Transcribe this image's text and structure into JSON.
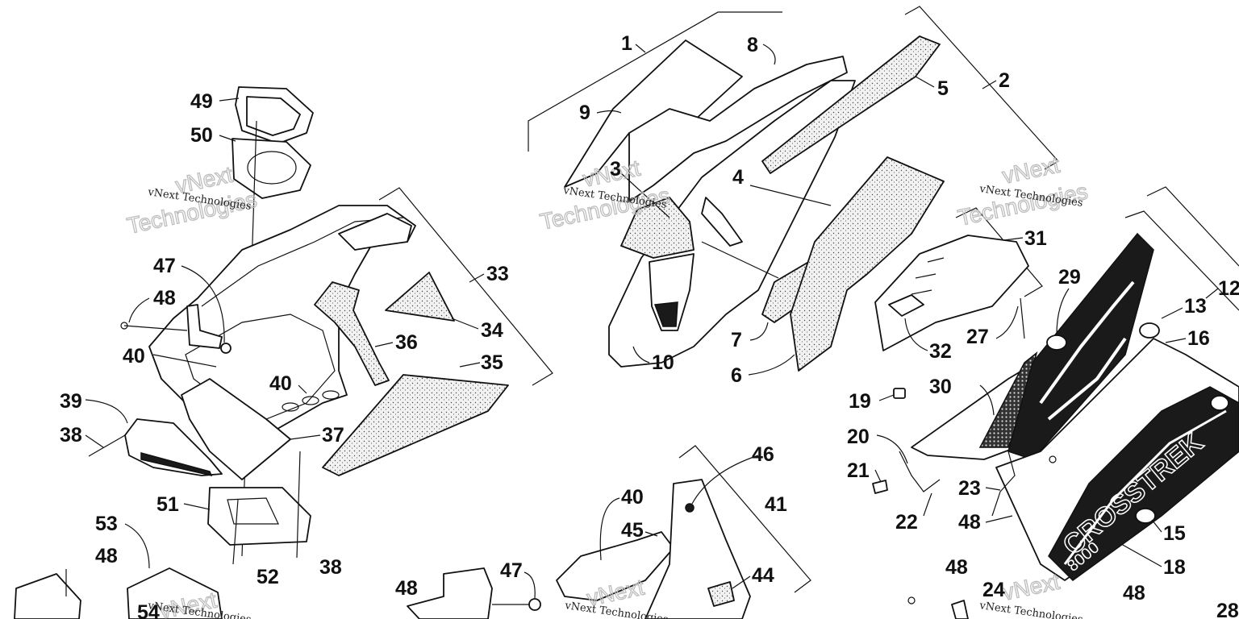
{
  "watermark": {
    "line1": "vNext Technologies",
    "line2": "vNext",
    "line3": "Technologies"
  },
  "callouts": [
    "1",
    "2",
    "3",
    "4",
    "5",
    "6",
    "7",
    "8",
    "9",
    "10",
    "12",
    "13",
    "15",
    "16",
    "18",
    "19",
    "20",
    "21",
    "22",
    "23",
    "24",
    "27",
    "28",
    "29",
    "30",
    "31",
    "32",
    "33",
    "34",
    "35",
    "36",
    "37",
    "38",
    "39",
    "40",
    "41",
    "44",
    "45",
    "46",
    "47",
    "48",
    "49",
    "50",
    "51",
    "52",
    "53",
    "54"
  ],
  "decal_text": "CROSSTREK",
  "decal_sub": "8000"
}
